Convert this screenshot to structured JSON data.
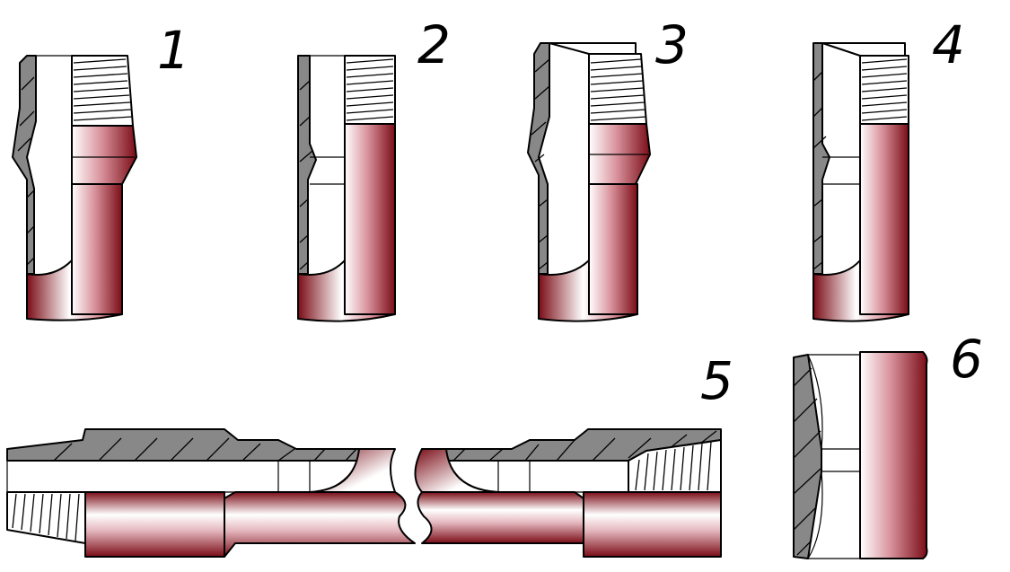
{
  "figure": {
    "labels": [
      "1",
      "2",
      "3",
      "4",
      "5",
      "6"
    ],
    "colors": {
      "metal_dark": "#7a0c16",
      "metal_light": "#ffffff",
      "section_gray": "#888888",
      "outline": "#000000"
    }
  }
}
